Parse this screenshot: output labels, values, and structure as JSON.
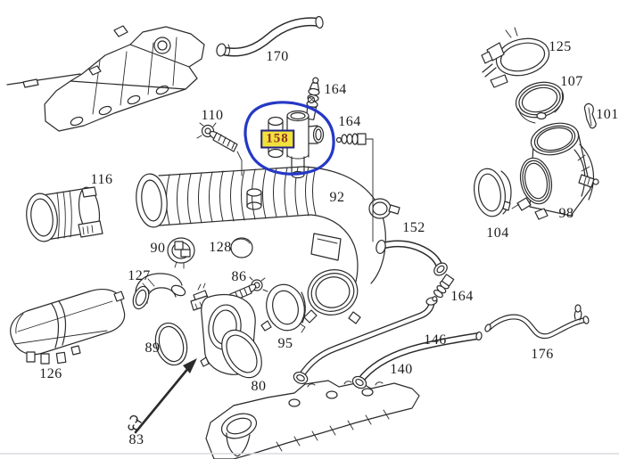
{
  "diagram": {
    "kind": "exploded-parts-diagram",
    "subject": "engine air intake and breather hose assembly",
    "highlighted_part": "158"
  },
  "style": {
    "line_color": "#2b2b2b",
    "background": "#ffffff",
    "highlight_loop_color": "#2538c6",
    "highlight_label": {
      "background": "#f2e13c",
      "border_color": "#22227e",
      "text_color": "#8a2f21"
    },
    "bottom_rule_color": "#d9dce0"
  },
  "labels": {
    "l170": {
      "text": "170"
    },
    "l164a": {
      "text": "164"
    },
    "l125": {
      "text": "125"
    },
    "l107": {
      "text": "107"
    },
    "l101": {
      "text": "101"
    },
    "l110": {
      "text": "110"
    },
    "l158": {
      "text": "158"
    },
    "l164b": {
      "text": "164"
    },
    "l92": {
      "text": "92"
    },
    "l116": {
      "text": "116"
    },
    "l98": {
      "text": "98"
    },
    "l104": {
      "text": "104"
    },
    "l152": {
      "text": "152"
    },
    "l90": {
      "text": "90"
    },
    "l128": {
      "text": "128"
    },
    "l127": {
      "text": "127"
    },
    "l86": {
      "text": "86"
    },
    "l89": {
      "text": "89"
    },
    "l95": {
      "text": "95"
    },
    "l126": {
      "text": "126"
    },
    "l80": {
      "text": "80"
    },
    "l164c": {
      "text": "164"
    },
    "l146": {
      "text": "146"
    },
    "l140": {
      "text": "140"
    },
    "l176": {
      "text": "176"
    },
    "l83": {
      "text": "83"
    }
  }
}
